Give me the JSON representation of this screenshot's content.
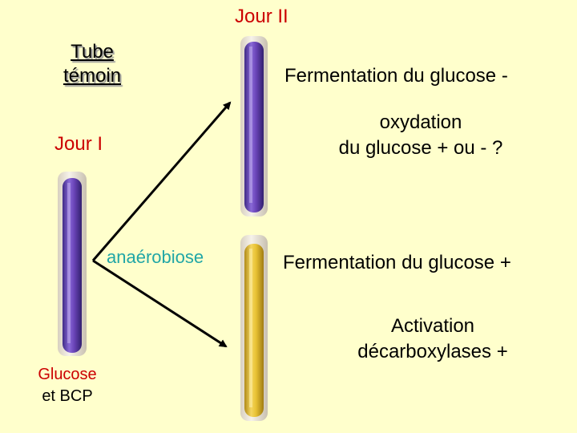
{
  "diagram": {
    "title_top": "Jour II",
    "control": {
      "line1": "Tube",
      "line2": "témoin"
    },
    "day_one": "Jour I",
    "condition": "anaérobiose",
    "medium": {
      "line1": "Glucose",
      "line2": "et BCP"
    },
    "results": {
      "upper_line1": "Fermentation du glucose -",
      "upper_line2a": "oxydation",
      "upper_line2b": "du glucose + ou - ?",
      "lower_line1": "Fermentation du glucose +",
      "lower_line2a": "Activation",
      "lower_line2b": "décarboxylases +"
    }
  },
  "colors": {
    "background": "#ffffcc",
    "purple_tube": "#6a44b8",
    "yellow_tube": "#e8c234",
    "red_text": "#cc0000",
    "cyan_text": "#20a6a6"
  },
  "tubes": [
    {
      "name": "initial-tube",
      "state": "purple"
    },
    {
      "name": "upper-result-tube",
      "state": "purple"
    },
    {
      "name": "lower-result-tube",
      "state": "yellow"
    }
  ]
}
